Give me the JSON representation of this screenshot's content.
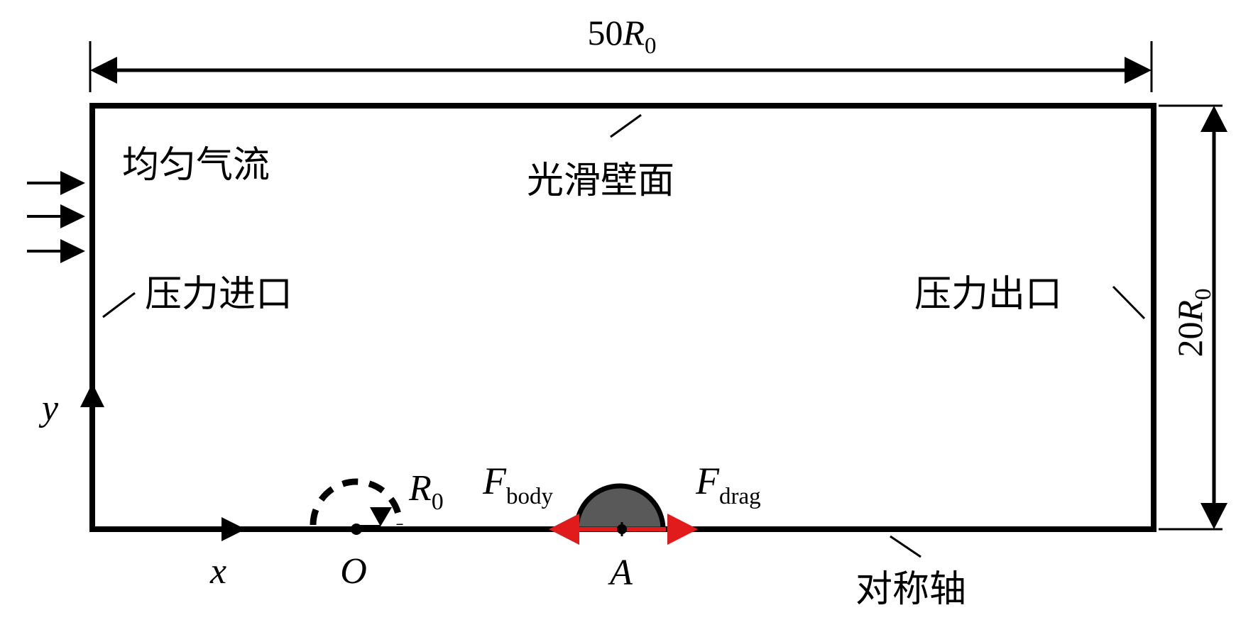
{
  "dimensions": {
    "width": {
      "value": "50",
      "symbol": "R",
      "sub": "0"
    },
    "height": {
      "value": "20",
      "symbol": "R",
      "sub": "0"
    }
  },
  "labels": {
    "uniform_flow": "均匀气流",
    "smooth_wall": "光滑壁面",
    "pressure_inlet": "压力进口",
    "pressure_outlet": "压力出口",
    "symmetry_axis": "对称轴"
  },
  "axes": {
    "x": "x",
    "y": "y"
  },
  "points": {
    "origin": "O",
    "A": "A"
  },
  "radius": {
    "symbol": "R",
    "sub": "0"
  },
  "forces": {
    "body": {
      "symbol": "F",
      "sub": "body"
    },
    "drag": {
      "symbol": "F",
      "sub": "drag"
    }
  },
  "colors": {
    "line": "#000000",
    "force_arrow": "#e11b1b",
    "particle_fill": "#595959"
  }
}
